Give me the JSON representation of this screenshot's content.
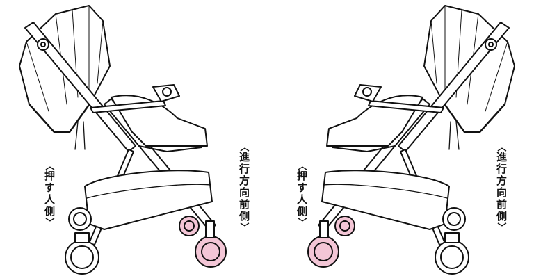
{
  "colors": {
    "line": "#111111",
    "fill": "#ffffff",
    "front_wheel": "#f3c6d6",
    "canopy_shade": "#f2f2f2"
  },
  "labels": {
    "push_side": "押す人側",
    "travel_side": "進行方向前側",
    "bracket_open": "〈",
    "bracket_close": "〉"
  },
  "figures": [
    {
      "name": "stroller-left-view",
      "facing": "right",
      "front_wheels_highlighted": true
    },
    {
      "name": "stroller-right-view",
      "facing": "left",
      "front_wheels_highlighted": true
    }
  ]
}
